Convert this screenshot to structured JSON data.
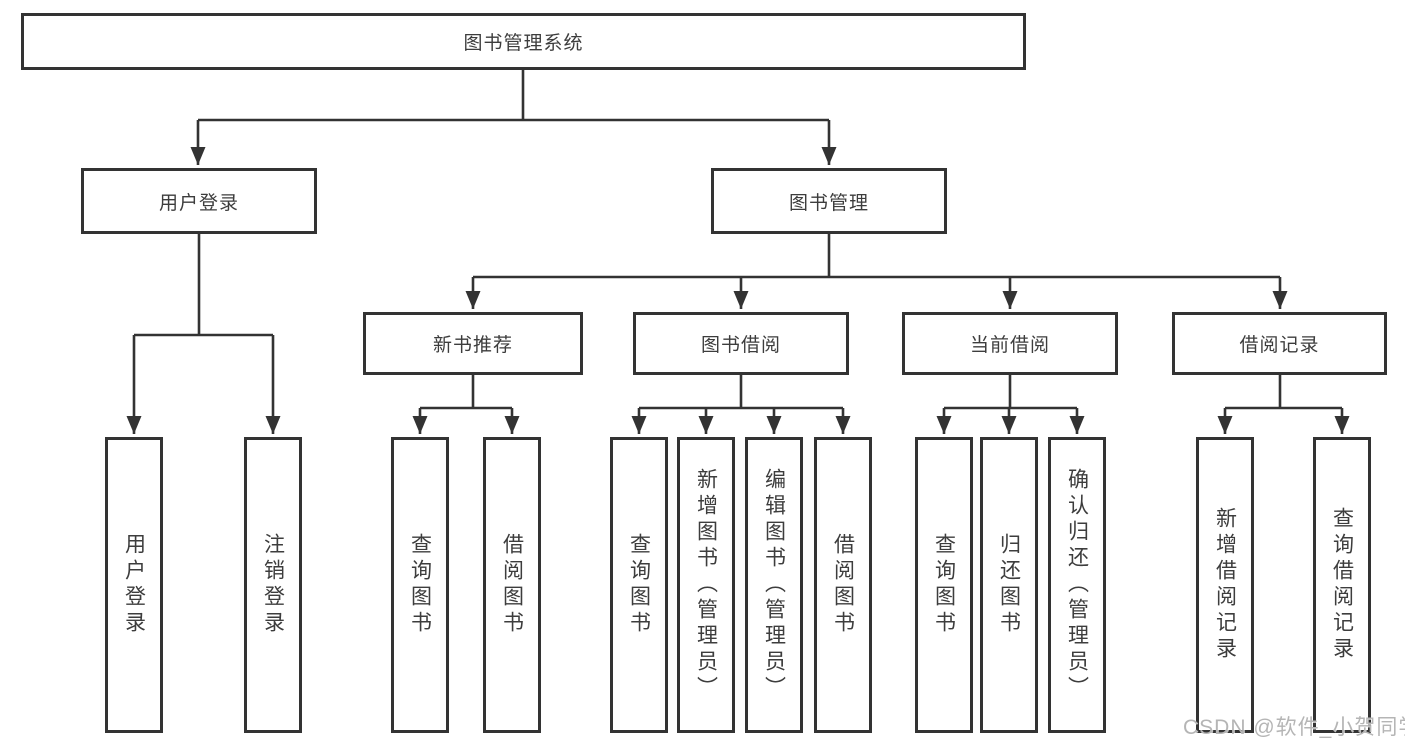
{
  "diagram": {
    "root": {
      "label": "图书管理系统"
    },
    "branches": {
      "user_login": {
        "label": "用户登录",
        "children": [
          {
            "label": "用户登录"
          },
          {
            "label": "注销登录"
          }
        ]
      },
      "book_mgmt": {
        "label": "图书管理",
        "children": [
          {
            "label": "新书推荐",
            "children": [
              {
                "label": "查询图书"
              },
              {
                "label": "借阅图书"
              }
            ]
          },
          {
            "label": "图书借阅",
            "children": [
              {
                "label": "查询图书"
              },
              {
                "label": "新增图书（管理员）"
              },
              {
                "label": "编辑图书（管理员）"
              },
              {
                "label": "借阅图书"
              }
            ]
          },
          {
            "label": "当前借阅",
            "children": [
              {
                "label": "查询图书"
              },
              {
                "label": "归还图书"
              },
              {
                "label": "确认归还（管理员）"
              }
            ]
          },
          {
            "label": "借阅记录",
            "children": [
              {
                "label": "新增借阅记录"
              },
              {
                "label": "查询借阅记录"
              }
            ]
          }
        ]
      }
    },
    "watermark": "CSDN @软件_小贺同学",
    "colors": {
      "line": "#333333",
      "text": "#3d3d3d",
      "watermark": "#b5b5b5",
      "background": "#ffffff"
    }
  }
}
